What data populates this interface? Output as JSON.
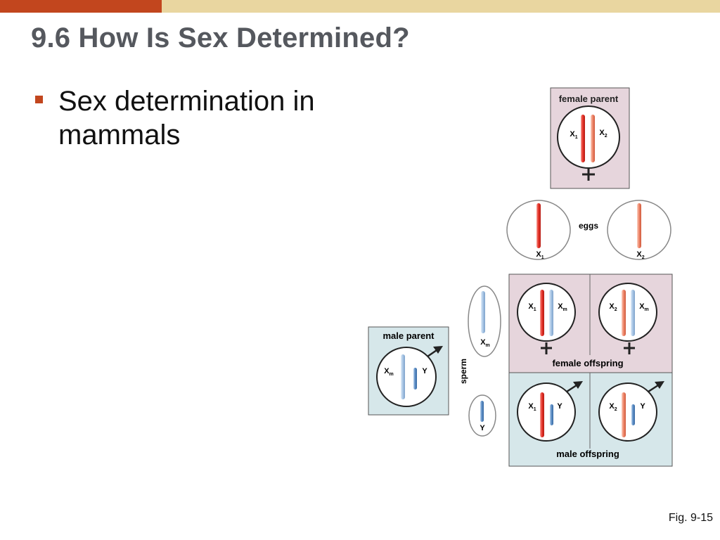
{
  "slide": {
    "title": "9.6 How Is Sex Determined?",
    "bullet": "Sex determination in mammals",
    "figure_caption": "Fig. 9-15"
  },
  "colors": {
    "header_accent": "#c2461e",
    "header_band": "#e9d6a0",
    "female_bg": "#e6d5dc",
    "male_bg": "#d6e7ea",
    "x1_red": "#e8342a",
    "x2_salmon": "#f08a6e",
    "xm_lightblue": "#a9c7e6",
    "y_blue": "#5d8fc6"
  },
  "diagram": {
    "female_parent": {
      "label": "female parent",
      "chrom1": "X",
      "chrom1_sub": "1",
      "chrom2": "X",
      "chrom2_sub": "2"
    },
    "eggs": {
      "label": "eggs",
      "egg1": "X",
      "egg1_sub": "1",
      "egg2": "X",
      "egg2_sub": "2"
    },
    "male_parent": {
      "label": "male parent",
      "chrom1": "X",
      "chrom1_sub": "m",
      "chrom2": "Y"
    },
    "sperm": {
      "label": "sperm",
      "sperm1": "X",
      "sperm1_sub": "m",
      "sperm2": "Y"
    },
    "female_offspring": {
      "label": "female offspring",
      "c1a": "X",
      "c1a_sub": "1",
      "c1b": "X",
      "c1b_sub": "m",
      "c2a": "X",
      "c2a_sub": "2",
      "c2b": "X",
      "c2b_sub": "m"
    },
    "male_offspring": {
      "label": "male offspring",
      "c1a": "X",
      "c1a_sub": "1",
      "c1b": "Y",
      "c2a": "X",
      "c2a_sub": "2",
      "c2b": "Y"
    }
  }
}
